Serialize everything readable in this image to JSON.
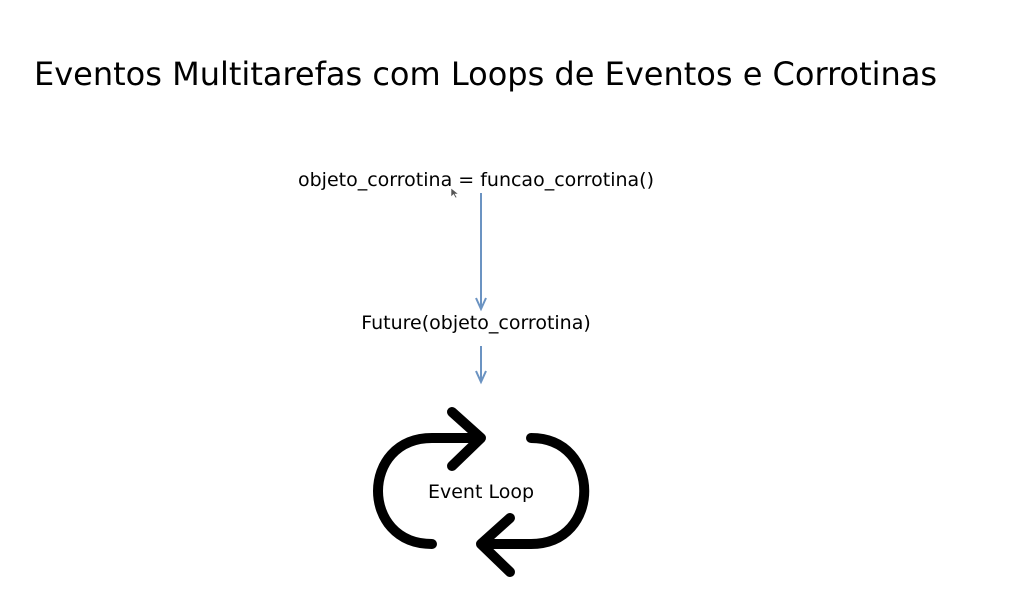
{
  "slide": {
    "title": "Eventos Multitarefas com Loops de Eventos e Corrotinas"
  },
  "diagram": {
    "nodes": [
      {
        "id": "coroutine-object",
        "label": "objeto_corrotina = funcao_corrotina()"
      },
      {
        "id": "future",
        "label": "Future(objeto_corrotina)"
      }
    ],
    "event_loop": {
      "label": "Event Loop",
      "icon": "cycle-arrows-icon"
    },
    "colors": {
      "connector": "#6b93c2",
      "loop": "#000000",
      "text": "#000000"
    }
  }
}
